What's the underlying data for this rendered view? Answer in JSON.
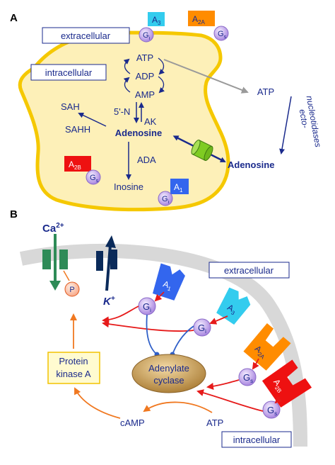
{
  "panel_a": {
    "panel_label": "A",
    "extracellular_label": "extracellular",
    "intracellular_label": "intracellular",
    "metabolites": {
      "atp": "ATP",
      "adp": "ADP",
      "amp": "AMP",
      "five_n": "5'-N",
      "ak": "AK",
      "adenosine_in": "Adenosine",
      "sah": "SAH",
      "sahh": "SAHH",
      "ada": "ADA",
      "inosine": "Inosine",
      "atp_out": "ATP",
      "adenosine_out": "Adenosine",
      "ecto_line1": "ecto-",
      "ecto_line2": "nucleotidases"
    },
    "receptors": {
      "a3": "A",
      "a3_sub": "3",
      "a2a": "A",
      "a2a_sub": "2A",
      "a2b": "A",
      "a2b_sub": "2B",
      "a1": "A",
      "a1_sub": "1"
    },
    "gproteins": {
      "gi_a3": "G",
      "gi_a3_sub": "i",
      "gs_a2a": "G",
      "gs_a2a_sub": "s",
      "gs_a2b": "G",
      "gs_a2b_sub": "s",
      "gi_a1": "G",
      "gi_a1_sub": "i"
    },
    "colors": {
      "cell_fill": "#fdf0b8",
      "cell_border": "#f5c800",
      "a3_color": "#33ccee",
      "a2a_color": "#ff8c00",
      "a2b_color": "#ee1111",
      "a1_color": "#3366ee",
      "gprotein_color": "#c9a9f0",
      "transporter_color": "#7fcc22"
    }
  },
  "panel_b": {
    "panel_label": "B",
    "ca_label": "Ca",
    "ca_sup": "2+",
    "k_label": "K",
    "k_sup": "+",
    "p_label": "P",
    "extracellular_label": "extracellular",
    "intracellular_label": "intracellular",
    "pka_line1": "Protein",
    "pka_line2": "kinase A",
    "ac_line1": "Adenylate",
    "ac_line2": "cyclase",
    "camp": "cAMP",
    "atp": "ATP",
    "receptors": {
      "a1": "A",
      "a1_sub": "1",
      "a3": "A",
      "a3_sub": "3",
      "a2a": "A",
      "a2a_sub": "2A",
      "a2b": "A",
      "a2b_sub": "2B"
    },
    "gproteins": {
      "gi1": "G",
      "gi1_sub": "i",
      "gi2": "G",
      "gi2_sub": "i",
      "gs1": "G",
      "gs1_sub": "s",
      "gs2": "G",
      "gs2_sub": "s"
    },
    "colors": {
      "membrane": "#d8d8d8",
      "ca_channel": "#2e8b57",
      "k_channel": "#0a2a5a",
      "pka_fill": "#fffbd0",
      "pka_border": "#f2c200",
      "ac_fill": "#c8a060",
      "arrow_red": "#e61a1a",
      "arrow_orange": "#f07820",
      "arrow_blue": "#2f5fc8"
    }
  }
}
